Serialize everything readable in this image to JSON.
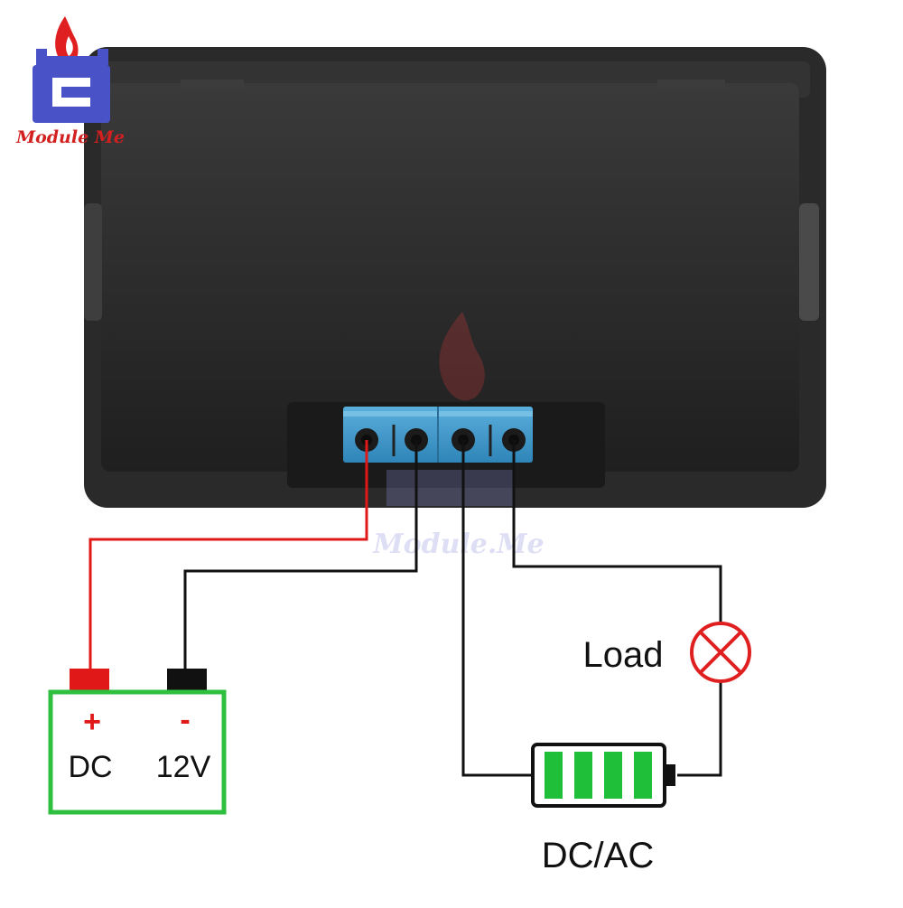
{
  "brand": {
    "logo_text": "Module Me",
    "watermark_text": "Module.Me"
  },
  "power_supply": {
    "plus_sign": "+",
    "minus_sign": "-",
    "label_left": "DC",
    "label_right": "12V"
  },
  "load": {
    "label": "Load"
  },
  "source": {
    "label": "DC/AC"
  },
  "colors": {
    "module_body": "#2b2b2b",
    "terminal_block": "#3f97c9",
    "wire_positive": "#e01818",
    "wire_negative": "#111111",
    "battery_outline": "#2fbf3f",
    "battery_cells": "#1fbf3a",
    "lamp": "#e02020"
  },
  "icons": {
    "lamp": "lamp-cross-icon",
    "battery": "battery-icon",
    "logo": "flame-castle-logo-icon"
  }
}
